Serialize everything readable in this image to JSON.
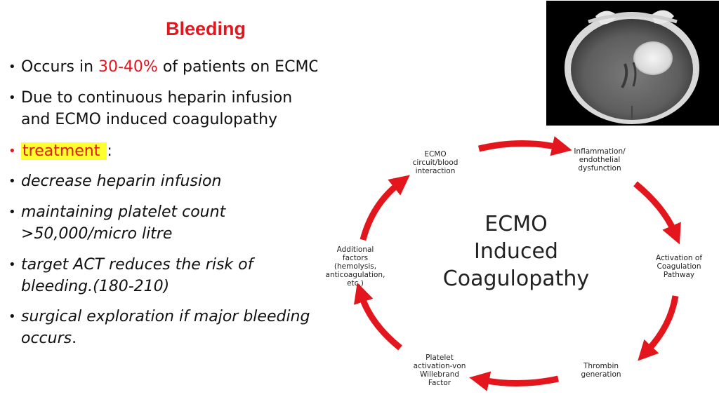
{
  "slide": {
    "title": "Bleeding",
    "bullets": [
      {
        "pre": "Occurs in ",
        "highlight": "30-40%",
        "post": " of patients on ECMO"
      },
      {
        "line1": "Due to continuous heparin infusion",
        "line2": "and ECMO induced coagulopathy"
      },
      {
        "label": "treatment ",
        "suffix": ":"
      },
      {
        "text": "decrease heparin infusion"
      },
      {
        "line1": "maintaining platelet count",
        "line2": ">50,000/micro litre"
      },
      {
        "line1": "target ACT reduces the risk of",
        "line2": "bleeding.(180-210)"
      },
      {
        "line1": "surgical exploration if major bleeding",
        "line2": "occurs",
        "line2_suffix": "."
      }
    ]
  },
  "diagram": {
    "center": "ECMO\nInduced\nCoagulopathy",
    "nodes": {
      "circuit": "ECMO\ncircuit/blood\ninteraction",
      "inflammation": "Inflammation/\nendothelial\ndysfunction",
      "activation": "Activation of\nCoagulation\nPathway",
      "thrombin": "Thrombin\ngeneration",
      "platelet": "Platelet\nactivation-von\nWillebrand\nFactor",
      "additional": "Additional\nfactors\n(hemolysis,\nanticoagulation,\netc.)"
    },
    "arrow_color": "#e3161d"
  },
  "image": {
    "subject": "brain-ct-scan"
  }
}
